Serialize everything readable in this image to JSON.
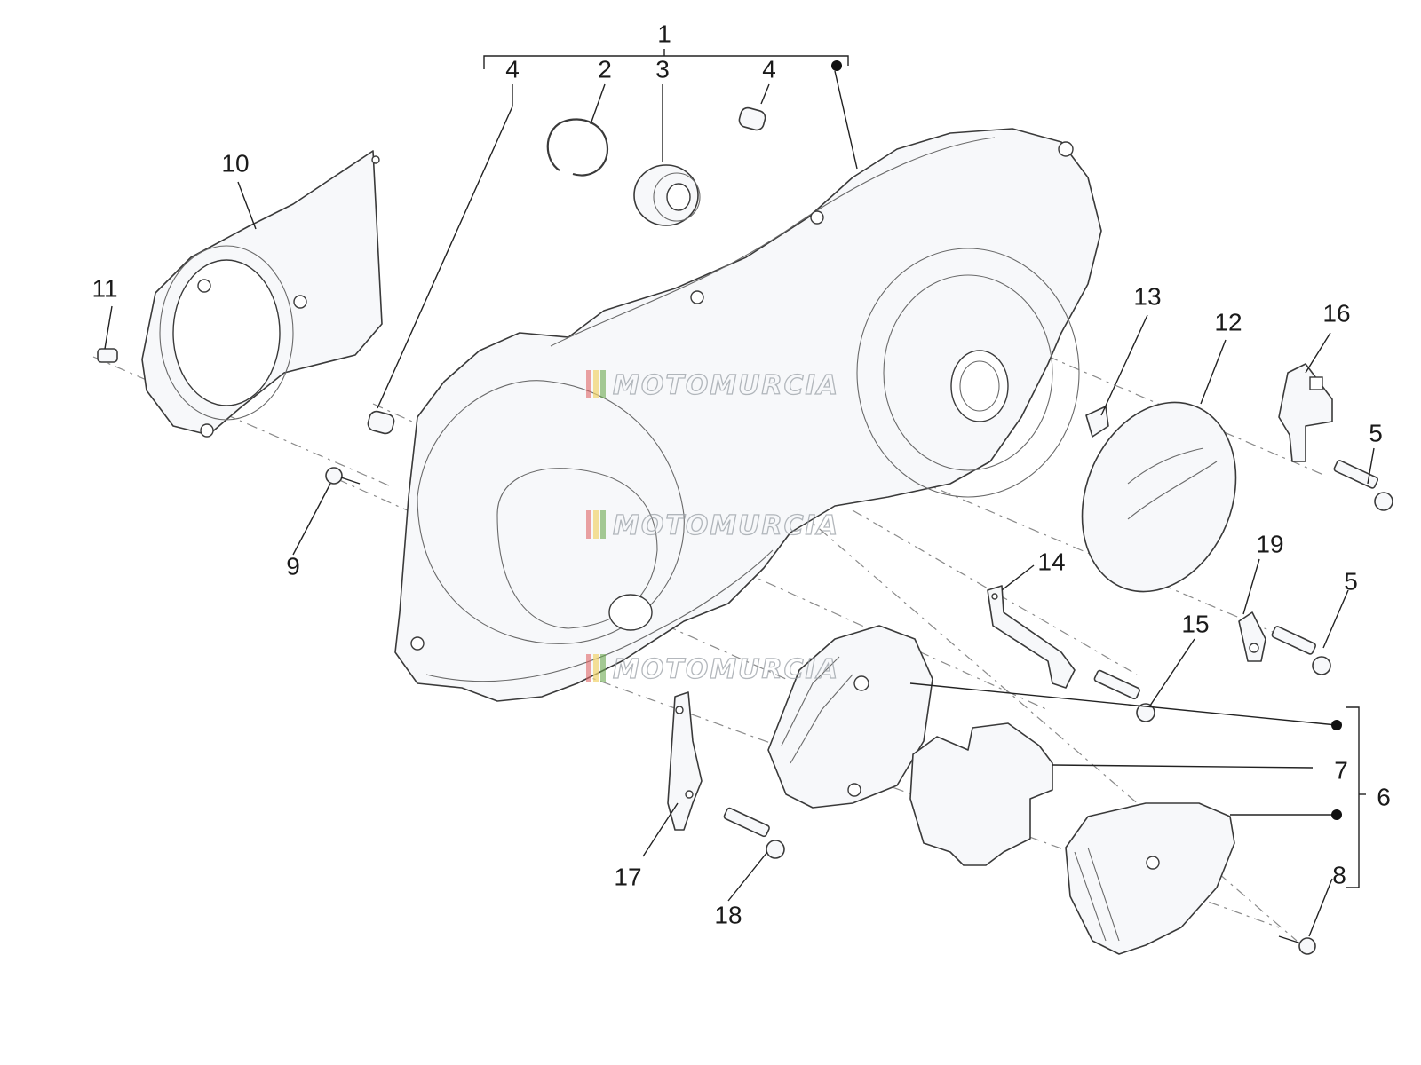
{
  "watermark": {
    "text": "MOTOMURCIA"
  },
  "callouts": {
    "c1": "1",
    "c2": "2",
    "c3": "3",
    "c4a": "4",
    "c4b": "4",
    "c5a": "5",
    "c5b": "5",
    "c6": "6",
    "c7": "7",
    "c8": "8",
    "c9": "9",
    "c10": "10",
    "c11": "11",
    "c12": "12",
    "c13": "13",
    "c14": "14",
    "c15": "15",
    "c16": "16",
    "c17": "17",
    "c18": "18",
    "c19": "19"
  },
  "colors": {
    "line": "#3a3a3a",
    "leader": "#222222",
    "watermark": "#9aa0a6"
  }
}
